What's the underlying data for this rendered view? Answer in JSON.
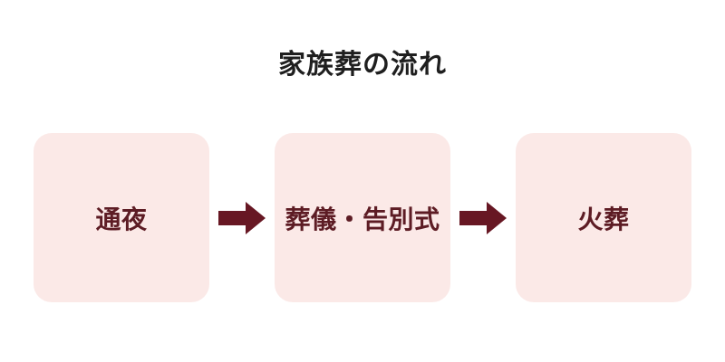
{
  "title": "家族葬の流れ",
  "colors": {
    "background": "#ffffff",
    "box_background": "#fbe9e7",
    "box_text": "#5d1c24",
    "arrow": "#671723",
    "title_text": "#1f1f1f"
  },
  "flow": {
    "steps": [
      {
        "label": "通夜"
      },
      {
        "label": "葬儀・告別式"
      },
      {
        "label": "火葬"
      }
    ],
    "arrow_icon": "right-arrow"
  }
}
